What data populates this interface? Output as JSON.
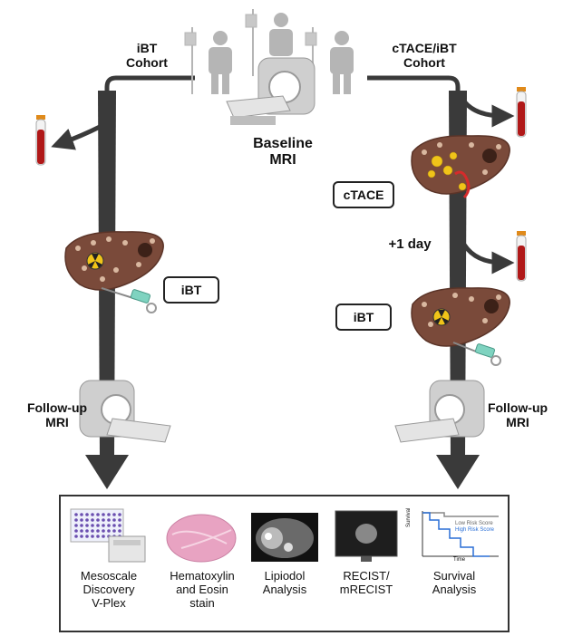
{
  "labels": {
    "ibt_cohort": "iBT\nCohort",
    "ctace_cohort": "cTACE/iBT\nCohort",
    "baseline_mri": "Baseline\nMRI",
    "followup_left": "Follow-up\nMRI",
    "followup_right": "Follow-up\nMRI",
    "plus_one_day": "+1 day",
    "ibt_box_left": "iBT",
    "ctace_box": "cTACE",
    "ibt_box_right": "iBT"
  },
  "outputs": [
    {
      "label": "Mesoscale\nDiscovery\nV-Plex",
      "icon": "plate-reader-icon"
    },
    {
      "label": "Hematoxylin\nand Eosin\nstain",
      "icon": "tissue-slide-icon"
    },
    {
      "label": "Lipiodol\nAnalysis",
      "icon": "ct-scan-icon"
    },
    {
      "label": "RECIST/\nmRECIST",
      "icon": "monitor-icon"
    },
    {
      "label": "Survival\nAnalysis",
      "icon": "survival-curve-icon"
    }
  ],
  "survival_chart": {
    "ylabel": "Survival",
    "xlabel": "Time",
    "legend": [
      "Low Risk Score",
      "High Risk Score"
    ],
    "colors": {
      "low": "#888888",
      "high": "#2a6fd6"
    }
  },
  "colors": {
    "arrow": "#3a3a3a",
    "liver": "#7a4a3a",
    "blood": "#b01818",
    "lipiodol": "#f0c419"
  }
}
